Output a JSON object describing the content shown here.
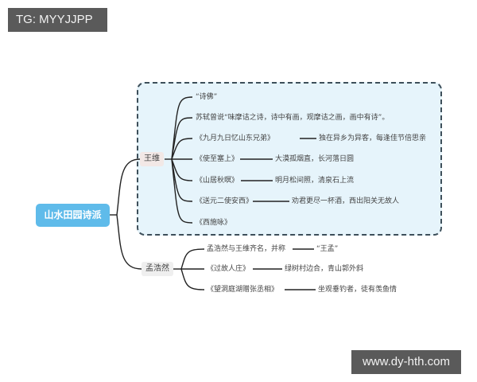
{
  "watermarks": {
    "top_left": "TG: MYYJJPP",
    "bottom_right": "www.dy-hth.com"
  },
  "colors": {
    "root_fill": "#5fbbea",
    "group_fill": "#e6f4fb",
    "group_border": "#3d4f5a",
    "line": "#222222",
    "watermark_bg": "#5a5a5a"
  },
  "mindmap": {
    "root": "山水田园诗派",
    "branches": [
      {
        "label": "王维",
        "children": [
          {
            "title": "“诗佛”",
            "detail": ""
          },
          {
            "title": "苏轼曾说“味摩诘之诗，诗中有画，观摩诘之画，画中有诗”。",
            "detail": ""
          },
          {
            "title": "《九月九日忆山东兄弟》",
            "detail": "独在异乡为异客，每逢佳节倍思亲"
          },
          {
            "title": "《使至塞上》",
            "detail": "大漠孤烟直，长河落日圆"
          },
          {
            "title": "《山居秋暝》",
            "detail": "明月松间照，清泉石上流"
          },
          {
            "title": "《送元二使安西》",
            "detail": "劝君更尽一杯酒，西出阳关无故人"
          },
          {
            "title": "《西施咏》",
            "detail": ""
          }
        ]
      },
      {
        "label": "孟浩然",
        "children": [
          {
            "title": "孟浩然与王维齐名，并称",
            "detail": "“王孟”"
          },
          {
            "title": "《过故人庄》",
            "detail": "绿树村边合，青山郭外斜"
          },
          {
            "title": "《望洞庭湖赠张丞相》",
            "detail": "坐观垂钓者，徒有羡鱼情"
          }
        ]
      }
    ]
  }
}
